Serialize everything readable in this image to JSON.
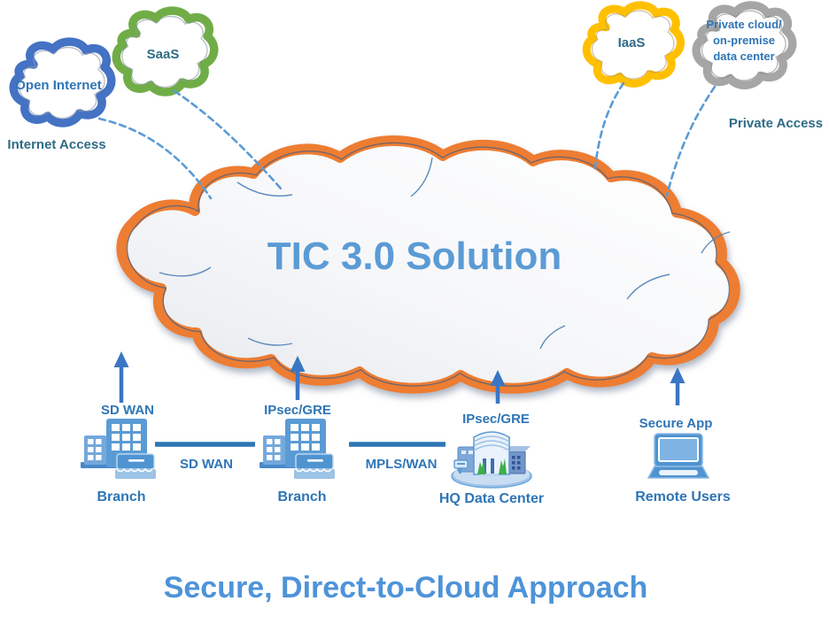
{
  "main_cloud": {
    "title": "TIC 3.0 Solution",
    "border_color": "#ED7D31",
    "title_color": "#5B9BD5"
  },
  "clouds": {
    "open_internet": {
      "label": "Open Internet",
      "outline_color": "#4472C4"
    },
    "saas": {
      "label": "SaaS",
      "outline_color": "#70AD47"
    },
    "iaas": {
      "label": "IaaS",
      "outline_color": "#FFC000"
    },
    "private": {
      "line1": "Private cloud/",
      "line2": "on-premise",
      "line3": "data center",
      "outline_color": "#A6A6A6"
    }
  },
  "access": {
    "internet": "Internet Access",
    "private": "Private Access"
  },
  "uplinks": {
    "branch1": "SD WAN",
    "branch2": "IPsec/GRE",
    "hq": "IPsec/GRE",
    "remote": "Secure App"
  },
  "links": {
    "branch_branch": "SD WAN",
    "branch_hq": "MPLS/WAN"
  },
  "devices": {
    "branch1": "Branch",
    "branch2": "Branch",
    "hq": "HQ Data Center",
    "remote": "Remote Users"
  },
  "subtitle": "Secure, Direct-to-Cloud Approach",
  "colors": {
    "arrow_blue": "#3A76C4",
    "link_line_blue": "#2E75B6",
    "dashed_link_blue": "#5B9BD5",
    "label_blue": "#2E75B6",
    "label_teal": "#2F6B86",
    "subtitle_blue": "#4E93D9"
  }
}
